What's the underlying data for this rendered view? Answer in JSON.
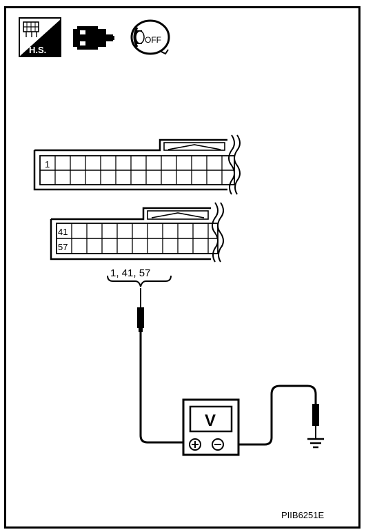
{
  "icons": {
    "hs_label": "H.S.",
    "off_label": "OFF",
    "names": [
      "harness-switch-icon",
      "connector-disconnect-icon",
      "ignition-off-key-icon"
    ]
  },
  "connector_upper": {
    "pin_label": "1"
  },
  "connector_lower": {
    "pin_label_top": "41",
    "pin_label_bottom": "57"
  },
  "probe_label": "1, 41, 57",
  "meter": {
    "display": "V",
    "plus_symbol": "⊕",
    "minus_symbol": "⊖"
  },
  "figure_code": "PIIB6251E",
  "colors": {
    "line": "#000000",
    "background": "#ffffff"
  }
}
